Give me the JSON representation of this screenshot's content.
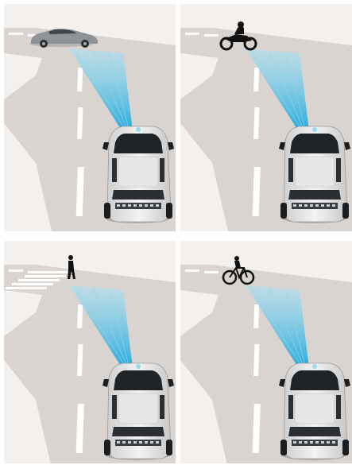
{
  "panels": [
    {
      "id": "car",
      "target": "car-icon"
    },
    {
      "id": "motorcycle",
      "target": "motorcycle-icon"
    },
    {
      "id": "pedestrian",
      "target": "pedestrian-icon"
    },
    {
      "id": "bicycle",
      "target": "bicycle-icon"
    }
  ],
  "colors": {
    "road": "#d9d4d0",
    "ground": "#f1eeeb",
    "lane_marking": "#ffffff",
    "sensor_beam": "#2eb5e3",
    "vehicle_body": "#e9e9e9",
    "silhouette": "#111111"
  }
}
